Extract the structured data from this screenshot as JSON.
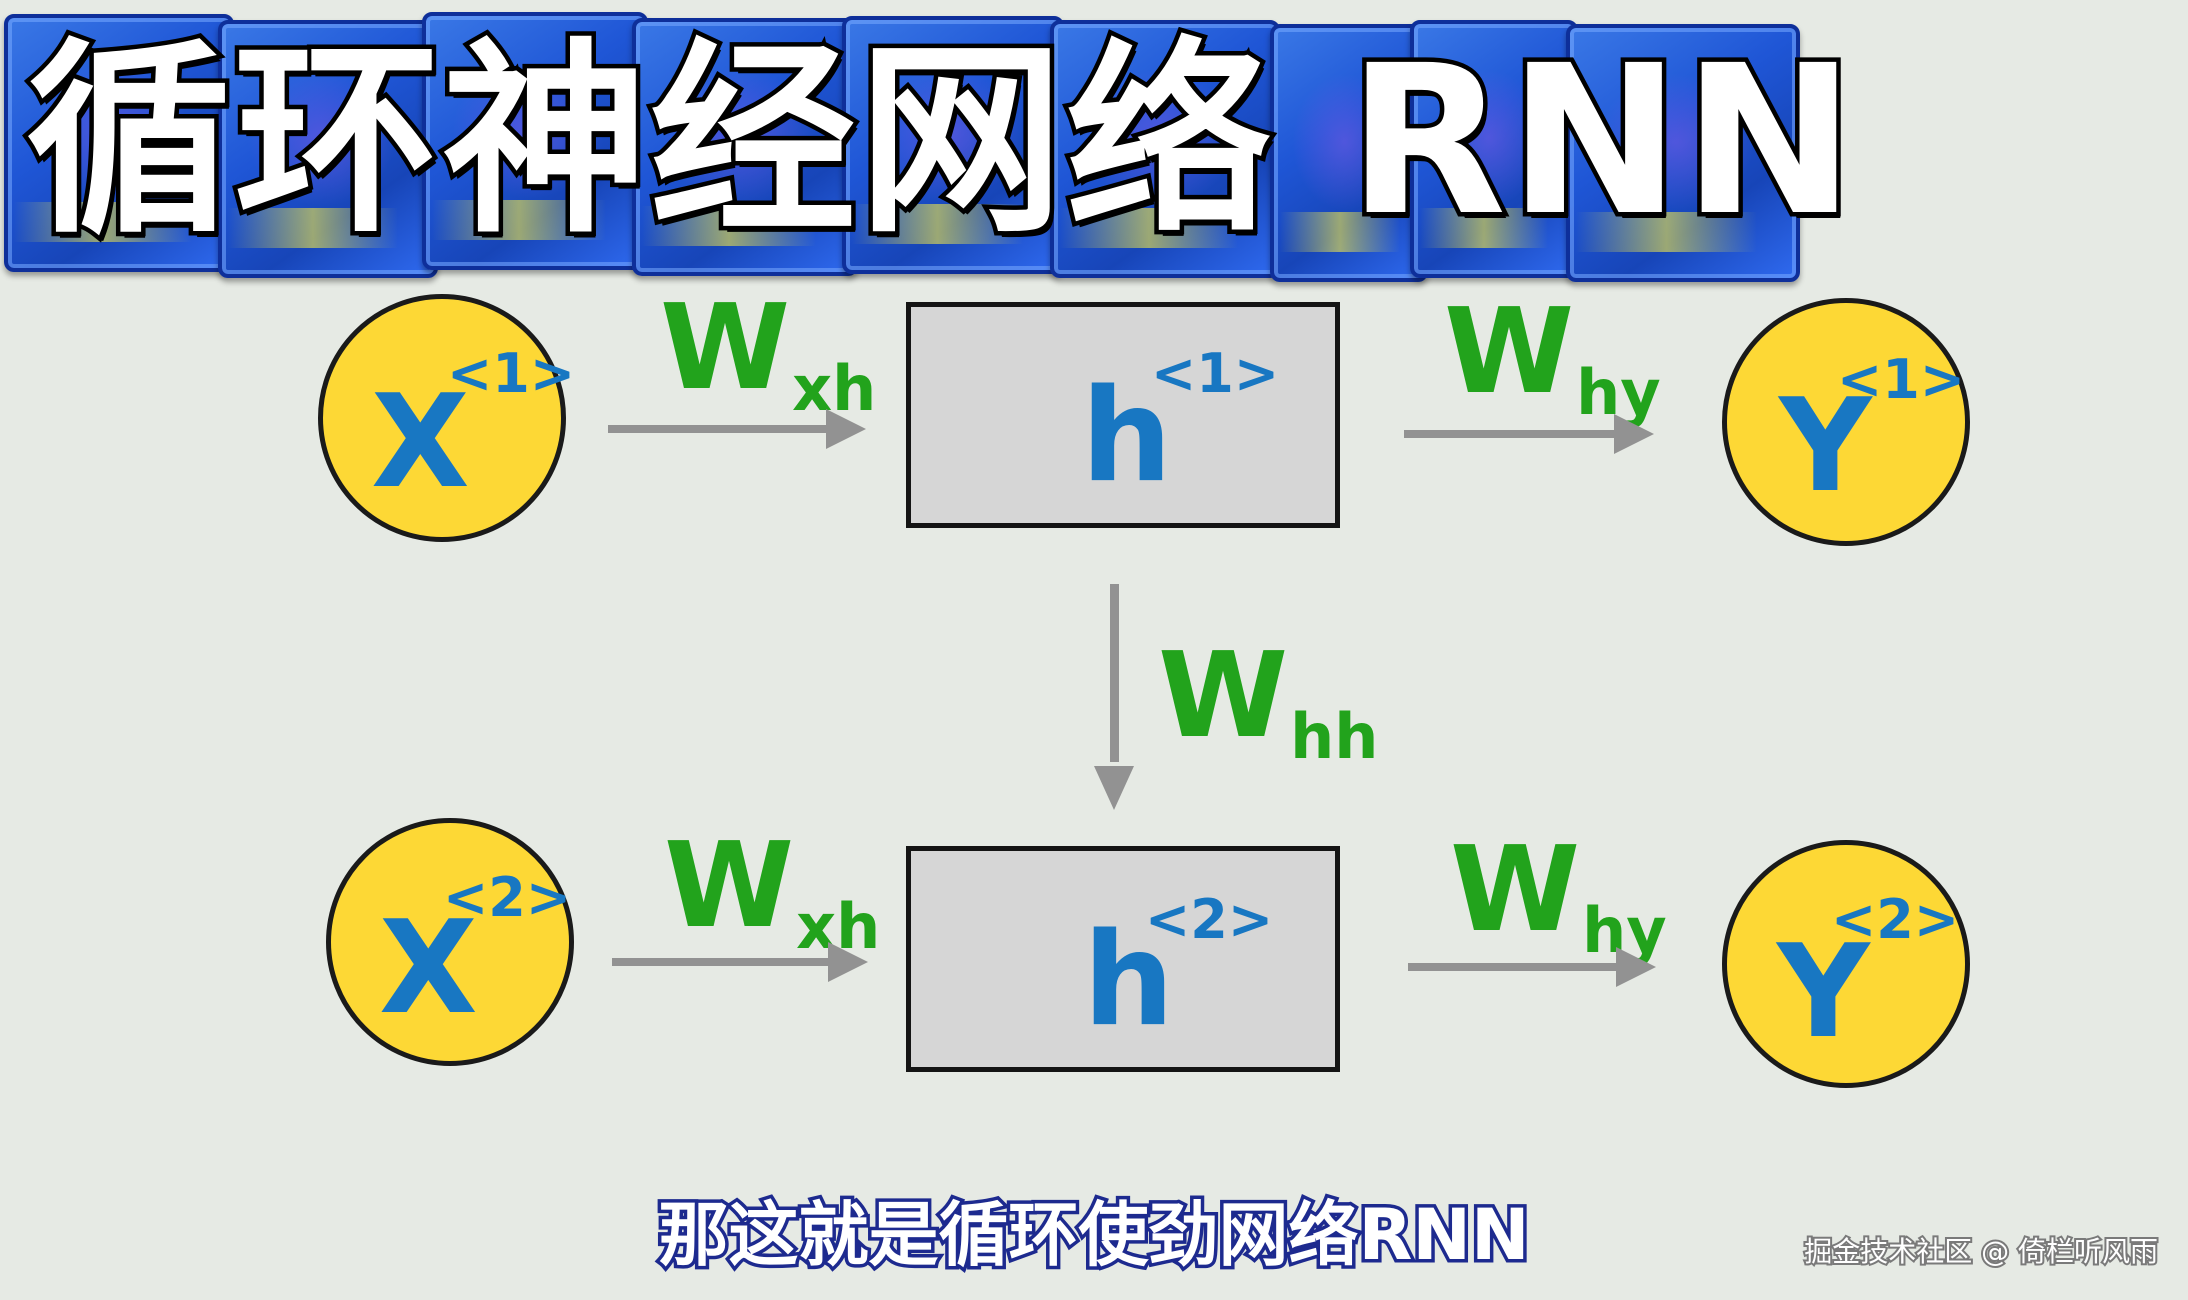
{
  "title": "循环神经网络 RNN",
  "diagram": {
    "rows": [
      {
        "input": {
          "letter": "X",
          "sup": "<1>"
        },
        "hidden": {
          "letter": "h",
          "sup": "<1>"
        },
        "output": {
          "letter": "Y",
          "sup": "<1>"
        },
        "w_in": {
          "main": "W",
          "sub": "xh"
        },
        "w_out": {
          "main": "W",
          "sub": "hy"
        }
      },
      {
        "input": {
          "letter": "X",
          "sup": "<2>"
        },
        "hidden": {
          "letter": "h",
          "sup": "<2>"
        },
        "output": {
          "letter": "Y",
          "sup": "<2>"
        },
        "w_in": {
          "main": "W",
          "sub": "xh"
        },
        "w_out": {
          "main": "W",
          "sub": "hy"
        }
      }
    ],
    "recurrent": {
      "main": "W",
      "sub": "hh"
    }
  },
  "caption": "那这就是循环使劲网络RNN",
  "watermark": "掘金技术社区 @ 倚栏听风雨",
  "colors": {
    "node_fill": "#fdd835",
    "box_fill": "#d6d6d6",
    "symbol": "#1877c2",
    "weight": "#22a31c",
    "arrow": "#929292",
    "title_tile": "#1f56d6"
  }
}
